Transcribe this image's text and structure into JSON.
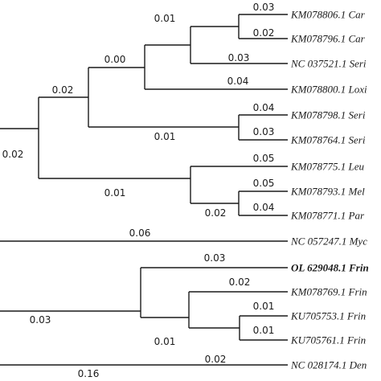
{
  "taxa": [
    {
      "label": "KM078806.1 Car",
      "bold": false
    },
    {
      "label": "KM078796.1 Car",
      "bold": false
    },
    {
      "label": "NC 037521.1 Seri",
      "bold": false
    },
    {
      "label": "KM078800.1 Loxi",
      "bold": false
    },
    {
      "label": "KM078798.1 Seri",
      "bold": false
    },
    {
      "label": "KM078764.1 Seri",
      "bold": false
    },
    {
      "label": "KM078775.1 Leu",
      "bold": false
    },
    {
      "label": "KM078793.1 Mel",
      "bold": false
    },
    {
      "label": "KM078771.1 Par",
      "bold": false
    },
    {
      "label": "NC 057247.1 Myc",
      "bold": false
    },
    {
      "label": "OL 629048.1 Frin",
      "bold": true
    },
    {
      "label": "KM078769.1 Frin",
      "bold": false
    },
    {
      "label": "KU705753.1 Frin",
      "bold": false
    },
    {
      "label": "KU705761.1 Frin",
      "bold": false
    },
    {
      "label": "NC 028174.1 Den",
      "bold": false
    }
  ],
  "branch_lengths": [
    "0.03",
    "0.02",
    "0.01",
    "0.03",
    "0.00",
    "0.04",
    "0.02",
    "0.04",
    "0.03",
    "0.01",
    "0.02",
    "0.05",
    "0.05",
    "0.04",
    "0.02",
    "0.01",
    "0.06",
    "0.03",
    "0.03",
    "0.02",
    "0.01",
    "0.01",
    "0.01",
    "0.02",
    "0.16"
  ]
}
